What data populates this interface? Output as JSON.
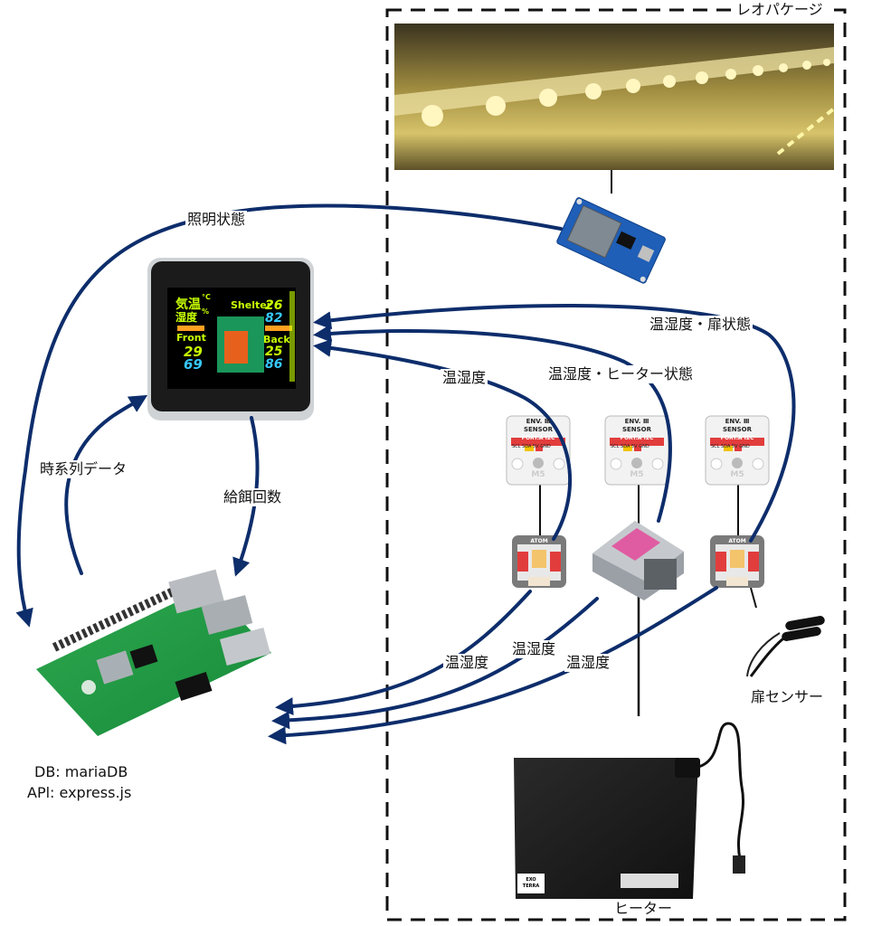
{
  "package": {
    "title": "レオパケージ"
  },
  "labels": {
    "lighting_state": "照明状態",
    "temp_humidity_door": "温湿度・扉状態",
    "temp_humidity_heater": "温湿度・ヒーター状態",
    "temp_humidity_front": "温湿度",
    "timeseries": "時系列データ",
    "feeding_count": "給餌回数",
    "sensor_temp_humidity_1": "温湿度",
    "sensor_temp_humidity_2": "温湿度",
    "sensor_temp_humidity_3": "温湿度"
  },
  "devices": {
    "door_sensor": "扉センサー",
    "heater": "ヒーター",
    "raspberry_pi": {
      "db": "DB: mariaDB",
      "api": "APl: express.js"
    }
  },
  "display": {
    "title": "気温",
    "unit_c": "°C",
    "subtitle": "湿度",
    "unit_pct": "%",
    "shelter_label": "Shelter",
    "shelter_temp": "26",
    "shelter_hum": "82",
    "front_label": "Front",
    "front_temp": "29",
    "front_hum": "69",
    "back_label": "Back",
    "back_temp": "25",
    "back_hum": "86"
  },
  "env_sensor": {
    "line1": "ENV. Ⅲ",
    "line2": "SENSOR",
    "port": "PORT.A I2C",
    "pins": [
      "SCL",
      "SDA",
      "5V",
      "GND"
    ],
    "logo": "M5"
  },
  "atom": {
    "label": "ATOM"
  },
  "heater_brand": "EXO TERRA",
  "colors": {
    "arrow": "#0d2d6b",
    "screen_bg": "#000000",
    "lime": "#c8ff00",
    "cyan": "#35c8ff"
  }
}
